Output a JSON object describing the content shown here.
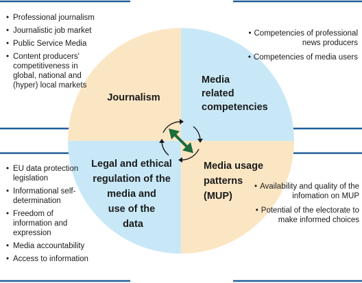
{
  "colors": {
    "peach": "#fbe6c4",
    "light_blue": "#c8e8f7",
    "frame_blue": "#1f5e99",
    "arrow_green": "#1e6b3c"
  },
  "quadrants": {
    "top_left": {
      "title_lines": [
        "Journalism"
      ]
    },
    "top_right": {
      "title_lines": [
        "Media",
        "related",
        "competencies"
      ]
    },
    "bottom_left": {
      "title_lines": [
        "Legal and ethical",
        "regulation of the",
        "media and",
        "use of the",
        "data"
      ]
    },
    "bottom_right": {
      "title_lines": [
        "Media usage",
        "patterns",
        "(MUP)"
      ]
    }
  },
  "notes": {
    "top_left": [
      "Professional journalism",
      "Journalistic job market",
      "Public Service Media",
      "Content producers' competitiveness in global, national and (hyper) local markets"
    ],
    "top_right": [
      "Competencies of professional news producers",
      "Competencies of media users"
    ],
    "bottom_left": [
      "EU data protection legislation",
      "Informational self-determination",
      "Freedom of information and expression",
      "Media accountability",
      "Access to information"
    ],
    "bottom_right": [
      "Availability and quality of the infomation on MUP",
      "Potential of the electorate to make informed choices"
    ]
  },
  "center_icon": "cycle-arrows-icon"
}
